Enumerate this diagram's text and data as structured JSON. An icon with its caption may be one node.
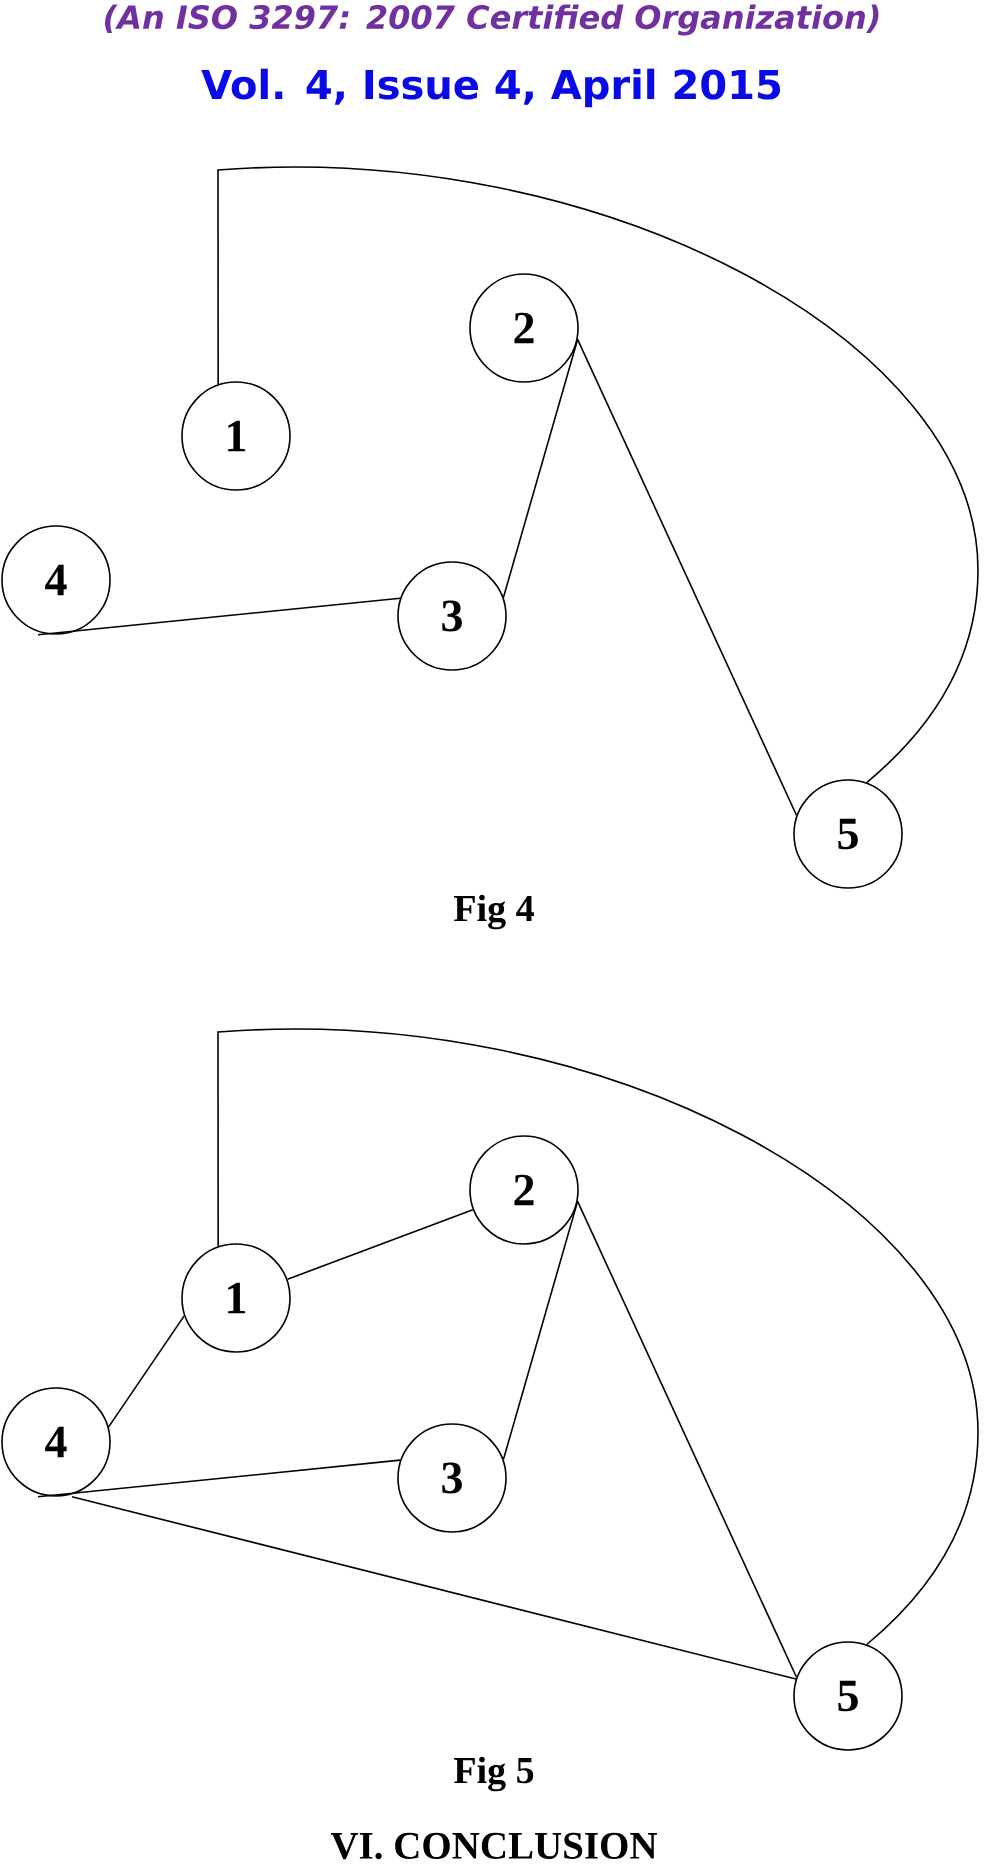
{
  "diagram": {
    "nodes": [
      {
        "text": [
          "2"
        ]
      },
      {
        "text": [
          "1"
        ]
      },
      {
        "text": [
          "4"
        ]
      },
      {
        "text": [
          "3"
        ]
      },
      {
        "text": [
          "5"
        ]
      },
      {
        "text": [
          "2"
        ]
      },
      {
        "text": [
          "1"
        ]
      },
      {
        "text": [
          "4"
        ]
      },
      {
        "text": [
          "3"
        ]
      },
      {
        "text": [
          "5"
        ]
      }
    ],
    "edges": [
      {
        "from": 1,
        "to": 4,
        "arrow": "none"
      },
      {
        "from": 0,
        "to": 3,
        "arrow": "none"
      },
      {
        "from": 0,
        "to": 4,
        "arrow": "none"
      },
      {
        "from": 2,
        "to": 3,
        "arrow": "none"
      },
      {
        "from": 6,
        "to": 9,
        "arrow": "none"
      },
      {
        "from": 6,
        "to": 5,
        "arrow": "none"
      },
      {
        "from": 7,
        "to": 6,
        "arrow": "none"
      },
      {
        "from": 5,
        "to": 8,
        "arrow": "none"
      },
      {
        "from": 5,
        "to": 9,
        "arrow": "none"
      },
      {
        "from": 7,
        "to": 8,
        "arrow": "none"
      },
      {
        "from": 7,
        "to": 9,
        "arrow": "none"
      }
    ],
    "labels": [
      "(An ISO 3297: 2007 Certified Organization)",
      "Vol. 4, Issue 4, April 2015",
      "Fig 4",
      "Fig 5",
      "VI. CONCLUSION"
    ]
  }
}
